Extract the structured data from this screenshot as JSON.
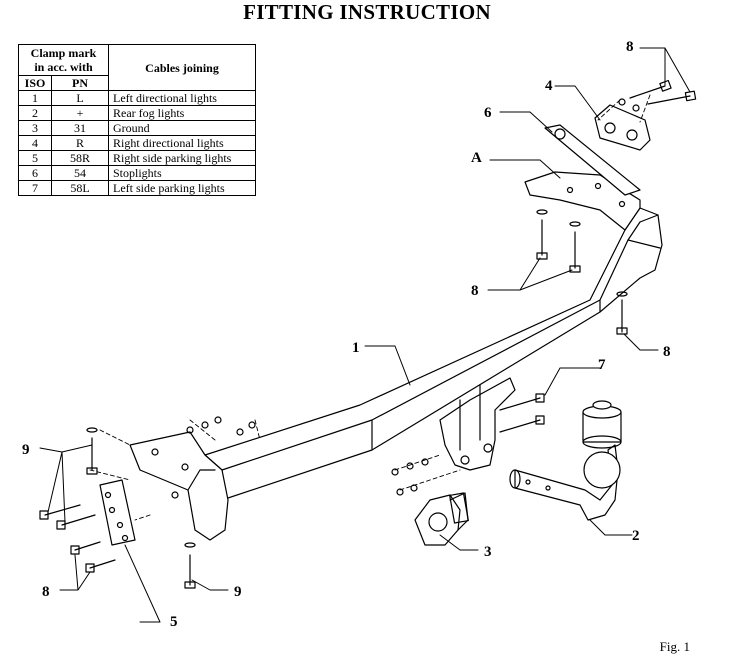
{
  "title": "FITTING INSTRUCTION",
  "figure_label": "Fig. 1",
  "table": {
    "header_clamp": "Clamp mark\nin acc. with",
    "header_cables": "Cables joining",
    "header_iso": "ISO",
    "header_pn": "PN",
    "rows": [
      {
        "iso": "1",
        "pn": "L",
        "cable": "Left directional lights"
      },
      {
        "iso": "2",
        "pn": "+",
        "cable": "Rear fog lights"
      },
      {
        "iso": "3",
        "pn": "31",
        "cable": "Ground"
      },
      {
        "iso": "4",
        "pn": "R",
        "cable": "Right directional lights"
      },
      {
        "iso": "5",
        "pn": "58R",
        "cable": "Right side parking lights"
      },
      {
        "iso": "6",
        "pn": "54",
        "cable": "Stoplights"
      },
      {
        "iso": "7",
        "pn": "58L",
        "cable": "Left side parking lights"
      }
    ]
  },
  "callouts": {
    "c1": "1",
    "c2": "2",
    "c3": "3",
    "c4": "4",
    "c5": "5",
    "c6": "6",
    "c7": "7",
    "c8": "8",
    "c9": "9",
    "cA": "A"
  }
}
